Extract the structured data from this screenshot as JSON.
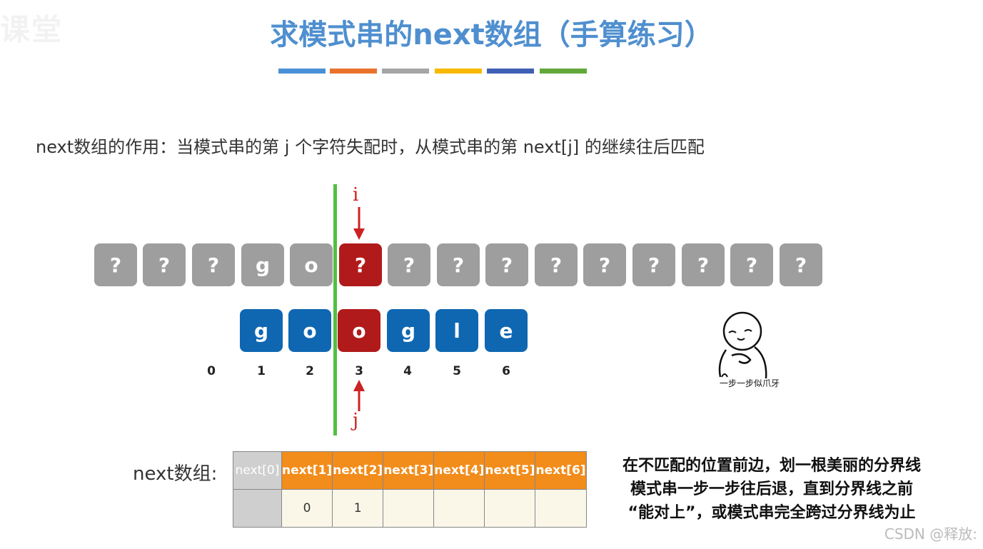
{
  "watermark": "课堂",
  "title": "求模式串的next数组（手算练习）",
  "color_bars": [
    "#4a90d6",
    "#e8722c",
    "#a5a5a5",
    "#f8b900",
    "#3f5fb5",
    "#63a83a"
  ],
  "description": "next数组的作用：当模式串的第 j 个字符失配时，从模式串的第 next[j] 的继续往后匹配",
  "main_string": [
    "?",
    "?",
    "?",
    "g",
    "o",
    "?",
    "?",
    "?",
    "?",
    "?",
    "?",
    "?",
    "?",
    "?",
    "?"
  ],
  "pattern": [
    "g",
    "o",
    "o",
    "g",
    "l",
    "e"
  ],
  "indices": [
    "0",
    "1",
    "2",
    "3",
    "4",
    "5",
    "6"
  ],
  "pointer_i": "i",
  "pointer_j": "j",
  "next_label": "next数组:",
  "next_headers": [
    "next[0]",
    "next[1]",
    "next[2]",
    "next[3]",
    "next[4]",
    "next[5]",
    "next[6]"
  ],
  "next_values": [
    "",
    "0",
    "1",
    "",
    "",
    "",
    ""
  ],
  "note_lines": [
    "在不匹配的位置前边，划一根美丽的分界线",
    "模式串一步一步往后退，直到分界线之前",
    "“能对上”，或模式串完全跨过分界线为止"
  ],
  "meme_caption": "一步一步似爪牙",
  "watermark_br": "CSDN @释放:"
}
